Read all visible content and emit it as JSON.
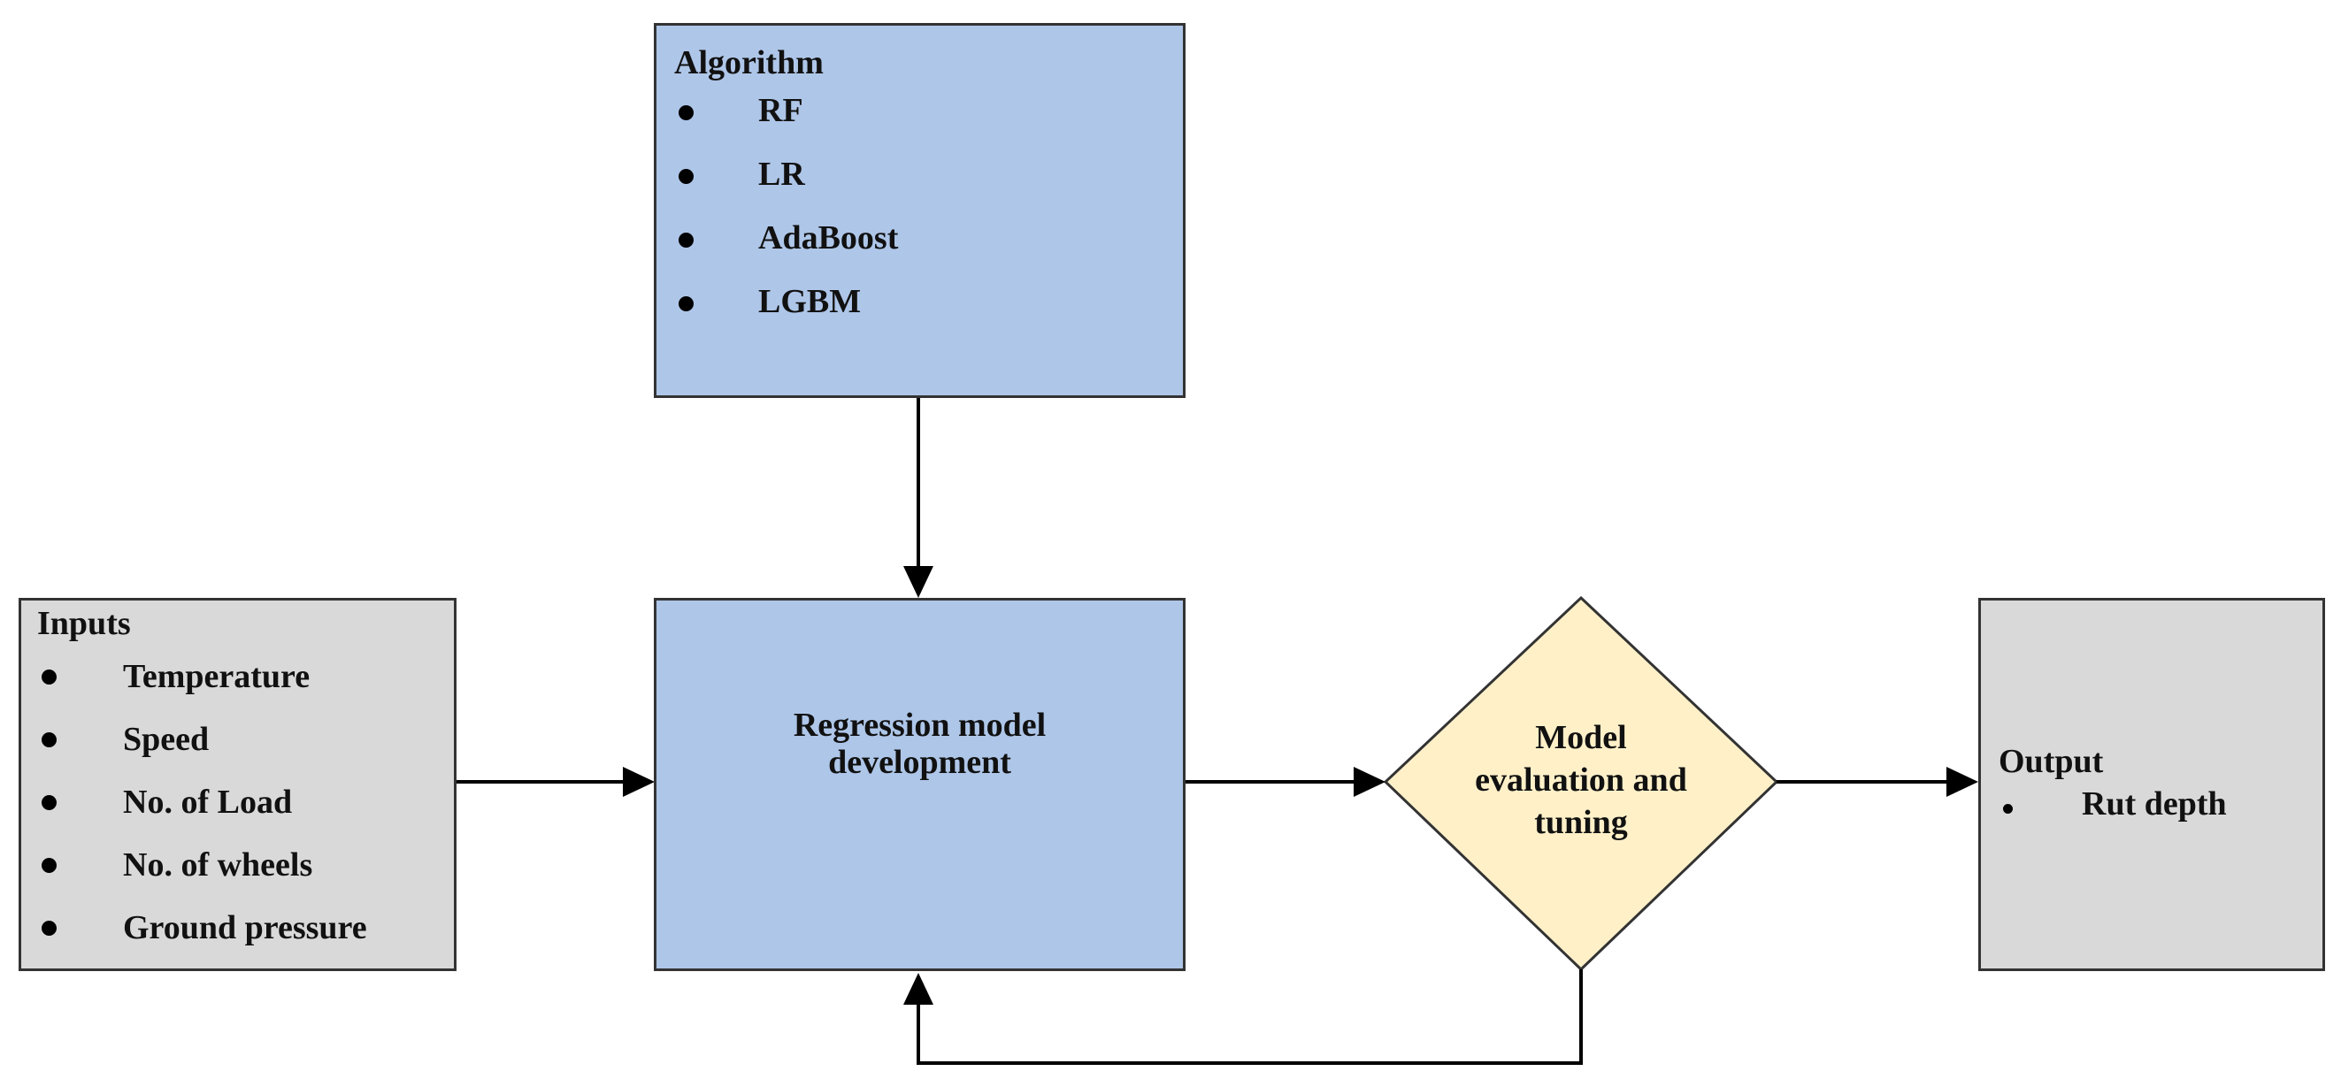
{
  "algorithm_box": {
    "title": "Algorithm",
    "items": [
      "RF",
      "LR",
      "AdaBoost",
      "LGBM"
    ]
  },
  "inputs_box": {
    "title": "Inputs",
    "items": [
      "Temperature",
      "Speed",
      "No. of Load",
      "No. of wheels",
      "Ground pressure"
    ]
  },
  "model_box": {
    "line1": "Regression model",
    "line2": "development"
  },
  "decision": {
    "line1": "Model",
    "line2": "evaluation and",
    "line3": "tuning"
  },
  "output_box": {
    "title": "Output",
    "items": [
      "Rut depth"
    ]
  },
  "colors": {
    "process_fill": "#aec6e8",
    "io_fill": "#d9d9d9",
    "decision_fill": "#fff0c8",
    "stroke": "#333333"
  }
}
